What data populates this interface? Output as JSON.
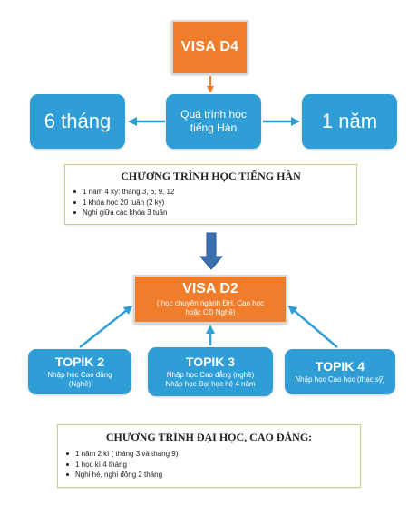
{
  "visa_d4": {
    "label": "VISA D4"
  },
  "process": {
    "center_label": "Quá trình học tiếng Hàn",
    "left_label": "6 tháng",
    "right_label": "1 năm"
  },
  "korean_program": {
    "title": "CHƯƠNG TRÌNH HỌC TIẾNG HÀN",
    "items": [
      "1 năm 4 kỳ: tháng 3, 6, 9, 12",
      "1 khóa học 20 tuần (2 kỳ)",
      "Nghỉ giữa các khóa 3 tuần"
    ]
  },
  "visa_d2": {
    "label": "VISA D2",
    "subtitle": "( học chuyên ngành ĐH, Cao học hoặc CĐ Nghề)"
  },
  "topiks": [
    {
      "title": "TOPIK 2",
      "lines": [
        "Nhập học Cao đẳng",
        "(Nghề)"
      ]
    },
    {
      "title": "TOPIK 3",
      "lines": [
        "Nhập học Cao đẳng (nghề)",
        "Nhập học Đại học hệ 4 năm"
      ]
    },
    {
      "title": "TOPIK 4",
      "lines": [
        "Nhập học Cao học (thạc sỹ)"
      ]
    }
  ],
  "university_program": {
    "title": "CHƯƠNG TRÌNH ĐẠI HỌC, CAO ĐẲNG:",
    "items": [
      "1 năm 2 kì ( tháng 3 và tháng 9)",
      "1 học kì 4 tháng",
      "Nghỉ hè, nghỉ đông 2 tháng"
    ]
  },
  "colors": {
    "orange": "#ef7d2c",
    "blue": "#2f9ed6",
    "arrow_blue": "#3a6fb0",
    "panel_border": "#bcd58b"
  }
}
